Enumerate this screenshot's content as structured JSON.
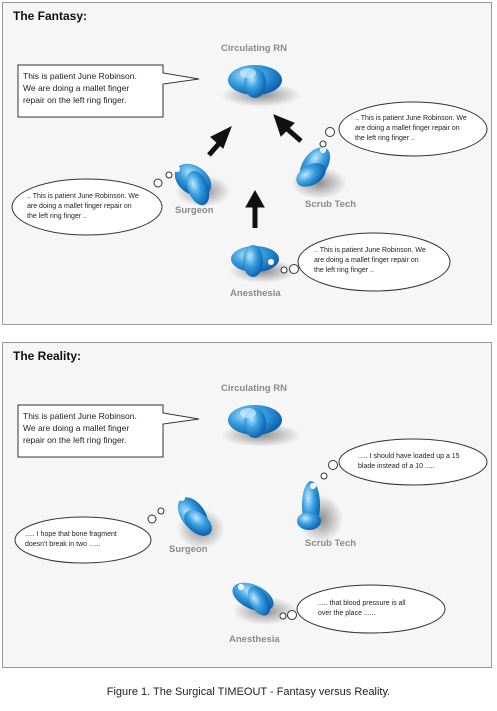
{
  "fantasy": {
    "title": "The Fantasy:",
    "roles": {
      "circulating": "Circulating RN",
      "surgeon": "Surgeon",
      "scrub": "Scrub Tech",
      "anesthesia": "Anesthesia"
    },
    "speech_lines": [
      "This is patient June Robinson.",
      "We are doing a mallet finger",
      "repair on the left ring finger."
    ],
    "surgeon_thought": [
      ".. This is patient June Robinson.  We",
      "are doing a mallet finger repair on",
      "the left ring finger .."
    ],
    "scrub_thought": [
      ".. This is patient June Robinson.  We",
      "are doing a mallet finger repair on",
      "the left ring finger .."
    ],
    "anesthesia_thought": [
      ".. This is patient June Robinson.  We",
      "are doing a mallet finger repair on",
      "the left ring finger .."
    ]
  },
  "reality": {
    "title": "The Reality:",
    "roles": {
      "circulating": "Circulating RN",
      "surgeon": "Surgeon",
      "scrub": "Scrub Tech",
      "anesthesia": "Anesthesia"
    },
    "speech_lines": [
      "This is patient June Robinson.",
      "We are doing a mallet finger",
      "repair on the left ring finger."
    ],
    "surgeon_thought": [
      ".....  I hope that bone fragment",
      "doesn't break in two ......"
    ],
    "scrub_thought": [
      ".....  I should have loaded up a 15",
      "blade instead of a 10 ....."
    ],
    "anesthesia_thought": [
      ".....  that blood pressure is all",
      "over the place ......"
    ]
  },
  "caption": "Figure 1.  The Surgical TIMEOUT - Fantasy versus Reality."
}
